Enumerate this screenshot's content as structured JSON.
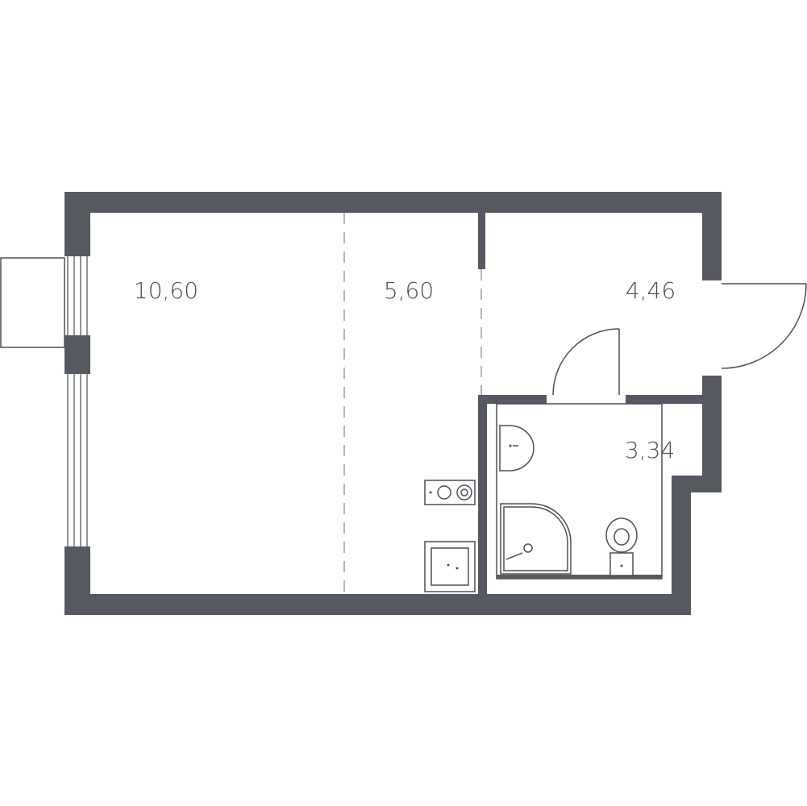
{
  "colors": {
    "wall": "#565a60",
    "label": "#4b4f55",
    "background": "#ffffff"
  },
  "rooms": [
    {
      "id": "living-room",
      "area": "10,60"
    },
    {
      "id": "kitchen-zone",
      "area": "5,60"
    },
    {
      "id": "hallway",
      "area": "4,46"
    },
    {
      "id": "bathroom",
      "area": "3,34"
    }
  ],
  "fixtures": [
    "balcony",
    "window",
    "entrance-door",
    "bathroom-door",
    "stove",
    "sink",
    "washbasin",
    "shower",
    "toilet"
  ]
}
